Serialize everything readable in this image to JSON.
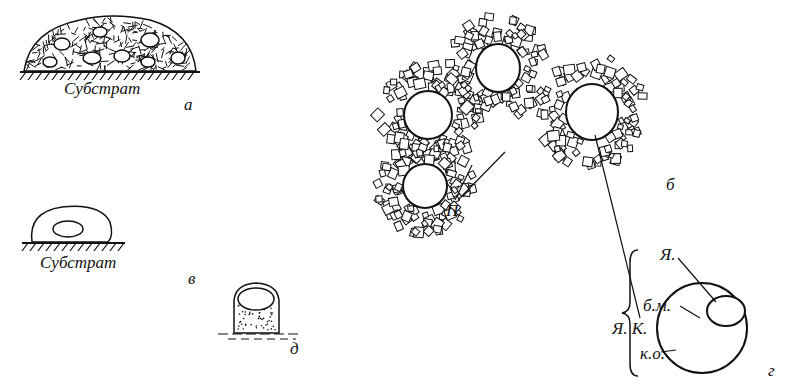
{
  "diagram": {
    "labels": [
      "Субстрат",
      "а",
      "П",
      "б",
      "Я. К.",
      "Субстрат",
      "в",
      "Я.",
      "б.м.",
      "к.о.",
      "г",
      "д"
    ]
  }
}
